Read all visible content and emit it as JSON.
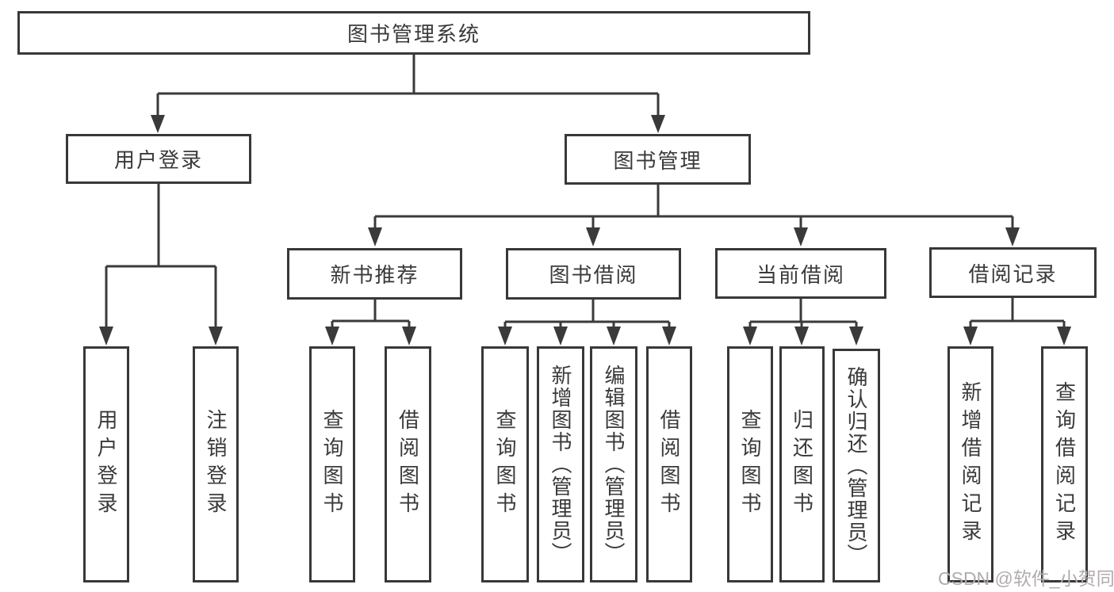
{
  "diagram": {
    "type": "tree",
    "title": "图书管理系统",
    "tree": {
      "root": {
        "label": "图书管理系统",
        "children": [
          {
            "label": "用户登录",
            "children": [
              {
                "label": "用户登录"
              },
              {
                "label": "注销登录"
              }
            ]
          },
          {
            "label": "图书管理",
            "children": [
              {
                "label": "新书推荐",
                "children": [
                  {
                    "label": "查询图书"
                  },
                  {
                    "label": "借阅图书"
                  }
                ]
              },
              {
                "label": "图书借阅",
                "children": [
                  {
                    "label": "查询图书"
                  },
                  {
                    "label": "新增图书（管理员）"
                  },
                  {
                    "label": "编辑图书（管理员）"
                  },
                  {
                    "label": "借阅图书"
                  }
                ]
              },
              {
                "label": "当前借阅",
                "children": [
                  {
                    "label": "查询图书"
                  },
                  {
                    "label": "归还图书"
                  },
                  {
                    "label": "确认归还（管理员）"
                  }
                ]
              },
              {
                "label": "借阅记录",
                "children": [
                  {
                    "label": "新增借阅记录"
                  },
                  {
                    "label": "查询借阅记录"
                  }
                ]
              }
            ]
          }
        ]
      }
    },
    "colors": {
      "line": "#3a3a3a",
      "box_border": "#383838",
      "box_fill": "#ffffff",
      "text": "#3a3a3a",
      "watermark": "#b2abab",
      "background": "#ffffff"
    }
  },
  "watermark": {
    "text": "CSDN @软件_小贺同学"
  }
}
